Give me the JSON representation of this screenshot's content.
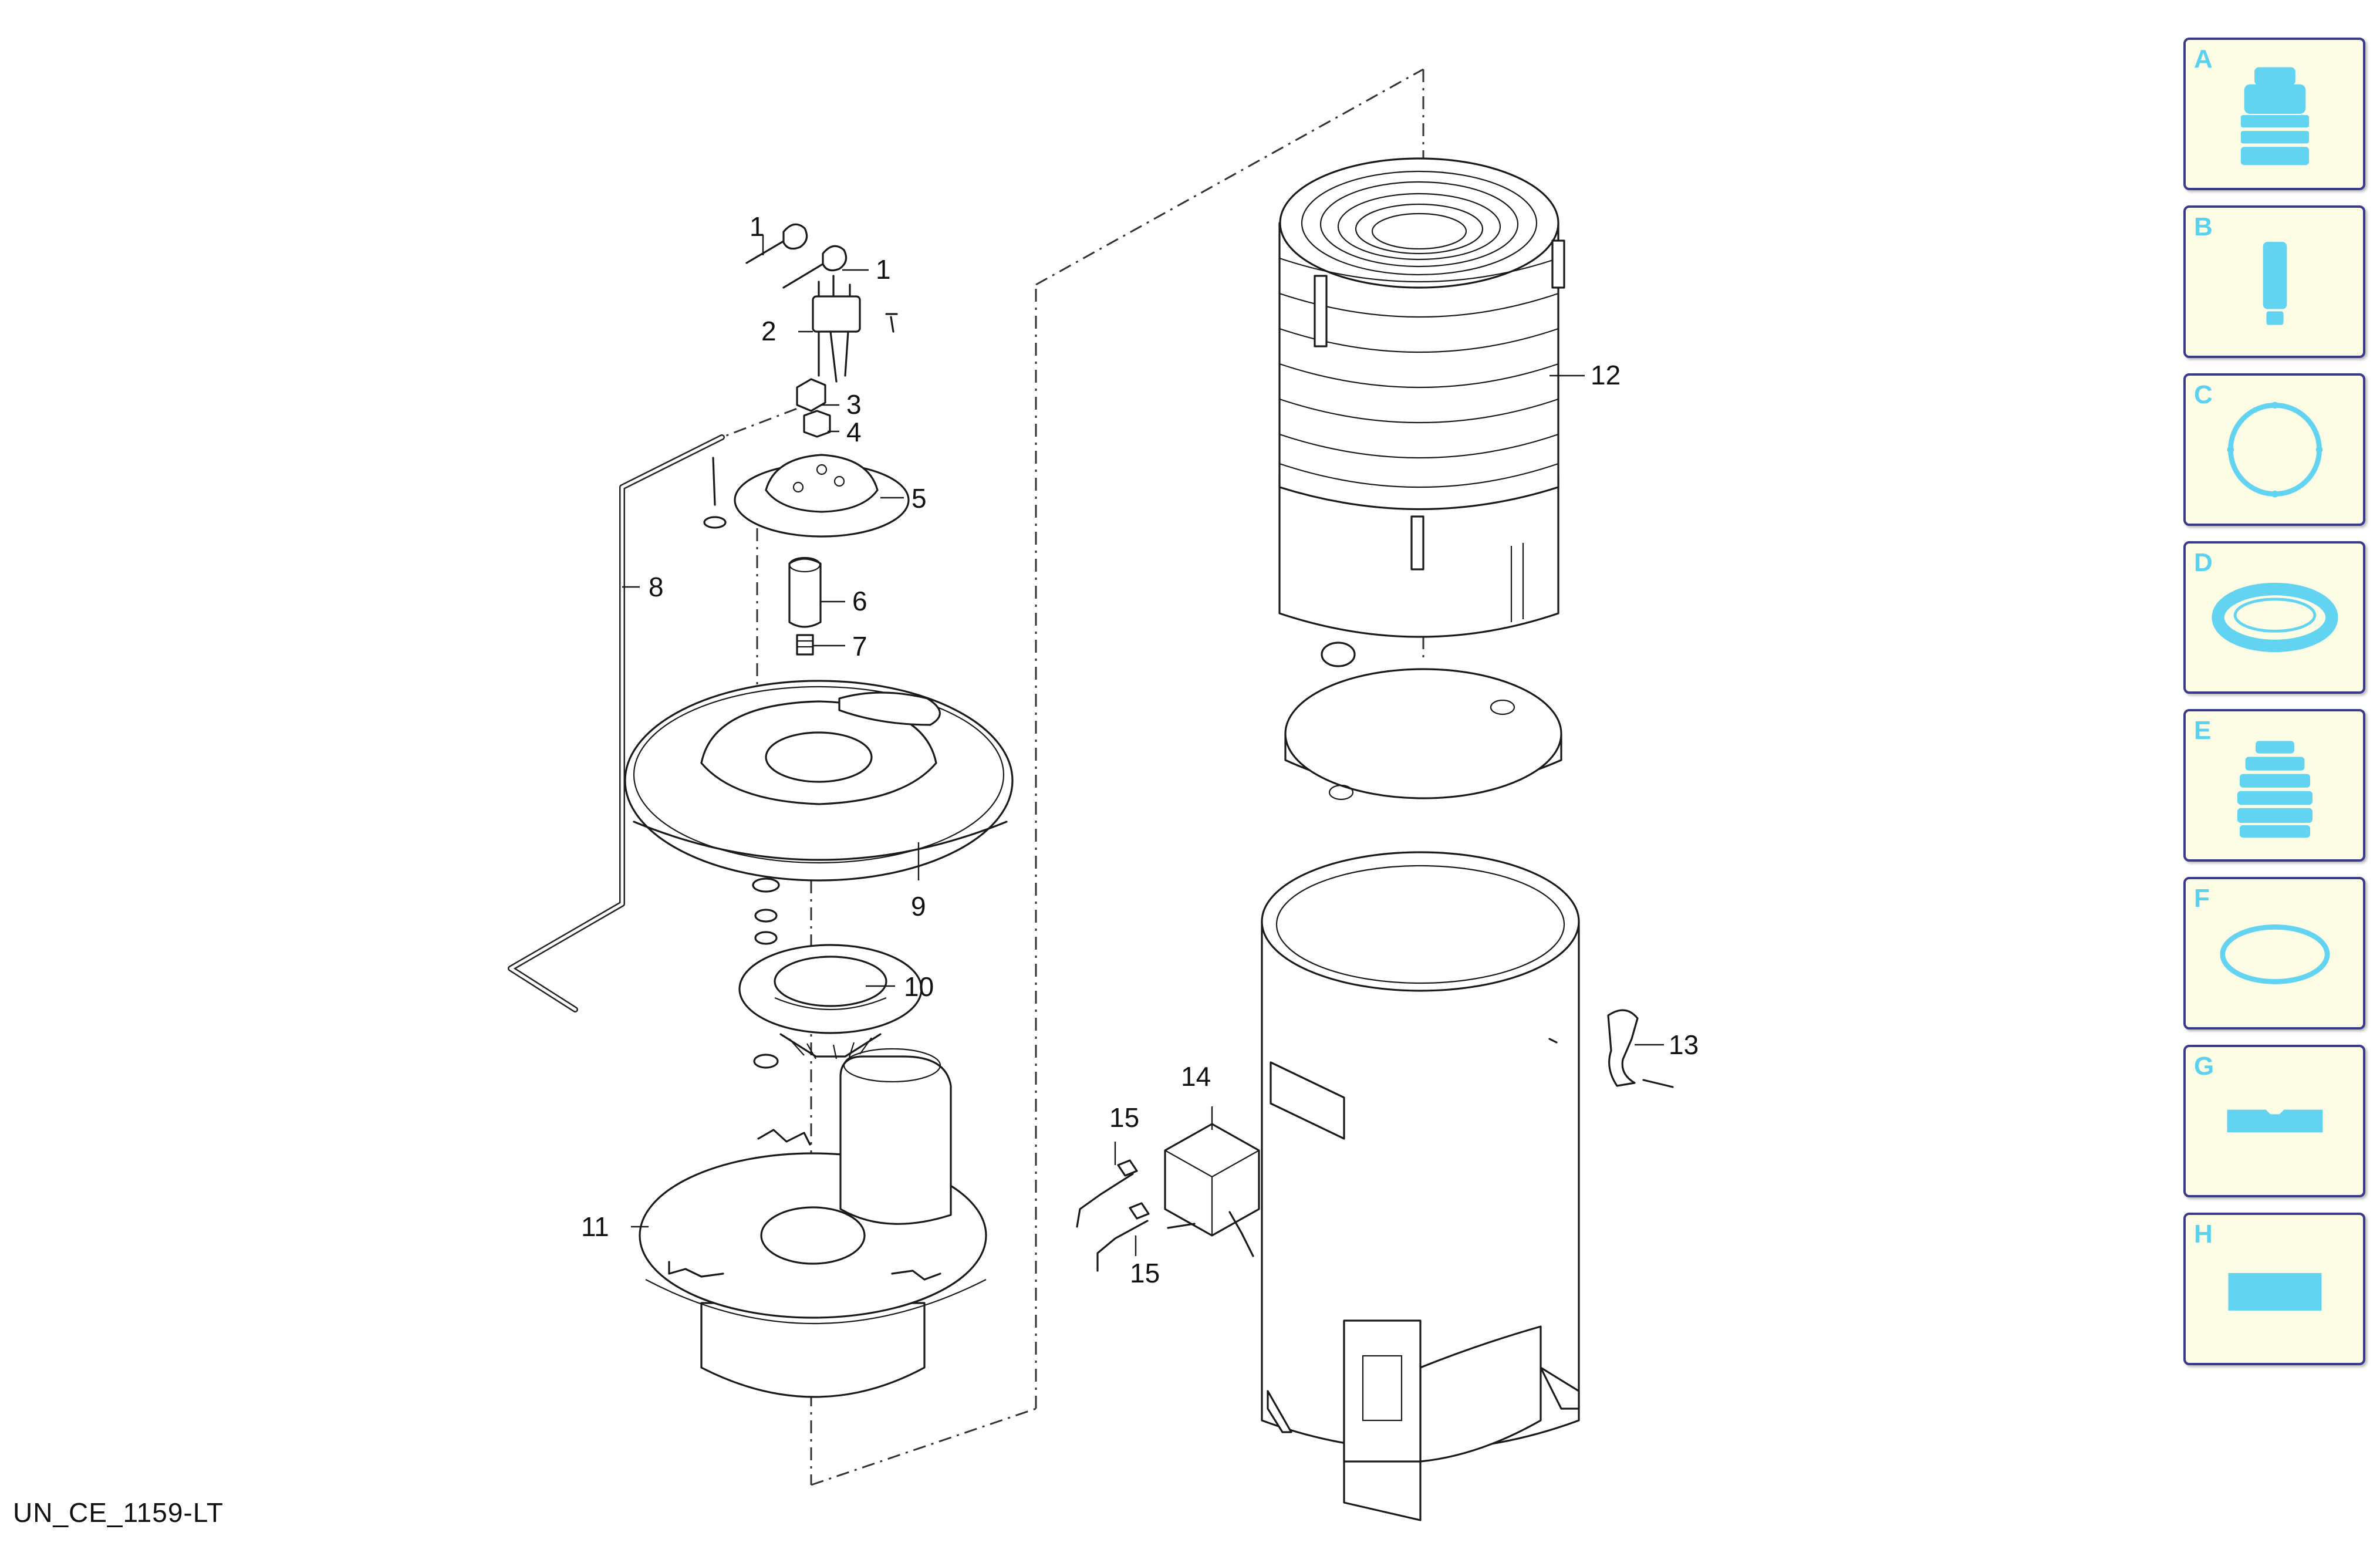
{
  "drawing_code": "UN_CE_1159-LT",
  "callouts": [
    "1",
    "1",
    "2",
    "3",
    "4",
    "5",
    "6",
    "7",
    "8",
    "9",
    "10",
    "11",
    "12",
    "13",
    "14",
    "15",
    "15"
  ],
  "thumbnails": [
    {
      "letter": "A",
      "icon": "burner-assembly-icon"
    },
    {
      "letter": "B",
      "icon": "electrode-tube-icon"
    },
    {
      "letter": "C",
      "icon": "ring-gasket-icon"
    },
    {
      "letter": "D",
      "icon": "flat-seal-icon"
    },
    {
      "letter": "E",
      "icon": "coil-stack-icon"
    },
    {
      "letter": "F",
      "icon": "o-ring-icon"
    },
    {
      "letter": "G",
      "icon": "notched-plate-icon"
    },
    {
      "letter": "H",
      "icon": "rect-pad-icon"
    }
  ],
  "colors": {
    "thumb_accent": "#62d4f2",
    "thumb_bg": "#fdfde6",
    "thumb_border": "#3a3a8c"
  }
}
